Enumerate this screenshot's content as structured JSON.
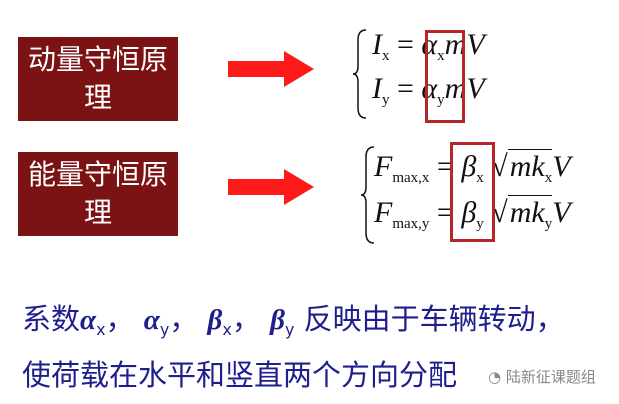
{
  "labels": [
    "动量守恒原理",
    "能量守恒原理"
  ],
  "momentum": {
    "row1": {
      "lhs": "I",
      "lsub": "x",
      "coef": "α",
      "csub": "x",
      "rhs": "mV"
    },
    "row2": {
      "lhs": "I",
      "lsub": "y",
      "coef": "α",
      "csub": "y",
      "rhs": "mV"
    }
  },
  "energy": {
    "row1": {
      "lhs": "F",
      "lsub": "max,x",
      "coef": "β",
      "csub": "x",
      "root": "mk",
      "rsub": "x",
      "tail": "V"
    },
    "row2": {
      "lhs": "F",
      "lsub": "max,y",
      "coef": "β",
      "csub": "y",
      "root": "mk",
      "rsub": "y",
      "tail": "V"
    }
  },
  "equals": "=",
  "caption": {
    "prefix": "系数",
    "a": "α",
    "ax": "x",
    "ay": "y",
    "b": "β",
    "bx": "x",
    "by": "y",
    "sep": "，",
    "suffix": "反映由于车辆转动，",
    "line2": "使荷载在水平和竖直两个方向分配"
  },
  "watermark": "陆新征课题组",
  "colors": {
    "box": "#7b1315",
    "arrow": "#ff1a1a",
    "text": "#1e1e8c"
  }
}
